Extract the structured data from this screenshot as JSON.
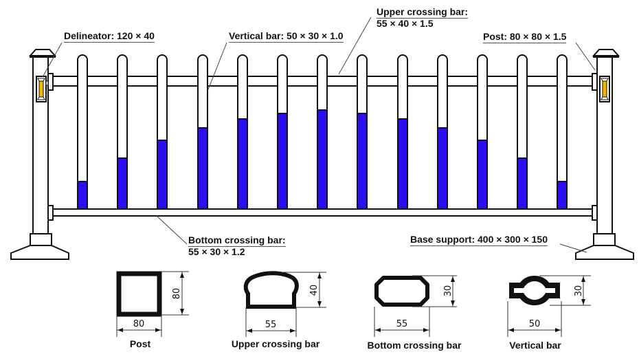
{
  "diagram": {
    "type": "technical-drawing",
    "subject": "municipal guard fence / railing",
    "colors": {
      "outline": "#111111",
      "vertical_bar_fill": "#2a0ef0",
      "delineator_fill": "#f0b800",
      "background": "#ffffff"
    },
    "callouts": {
      "delineator": {
        "line1": "Delineator: 120 × 40",
        "line2": ""
      },
      "vertical_bar": {
        "line1": "Vertical bar: 50 × 30 × 1.0",
        "line2": ""
      },
      "upper_crossing_bar": {
        "line1": "Upper crossing bar:",
        "line2": "55 × 40 × 1.5"
      },
      "post": {
        "line1": "Post: 80 × 80 × 1.5",
        "line2": ""
      },
      "bottom_crossing_bar": {
        "line1": "Bottom crossing bar:",
        "line2": "55 × 30 × 1.2"
      },
      "base_support": {
        "line1": "Base support: 400 × 300 × 150",
        "line2": ""
      }
    },
    "vertical_bars": {
      "count": 13,
      "fill_top_y": [
        264,
        230,
        204,
        186,
        173,
        165,
        160,
        165,
        173,
        186,
        204,
        230,
        264
      ],
      "center_x": [
        120,
        178,
        236,
        295,
        353,
        411,
        469,
        527,
        586,
        644,
        702,
        760,
        818
      ]
    },
    "cross_sections": [
      {
        "name": "Post",
        "width": "80",
        "height": "80"
      },
      {
        "name": "Upper crossing bar",
        "width": "55",
        "height": "40"
      },
      {
        "name": "Bottom crossing bar",
        "width": "55",
        "height": "30"
      },
      {
        "name": "Vertical bar",
        "width": "50",
        "height": "30"
      }
    ]
  }
}
